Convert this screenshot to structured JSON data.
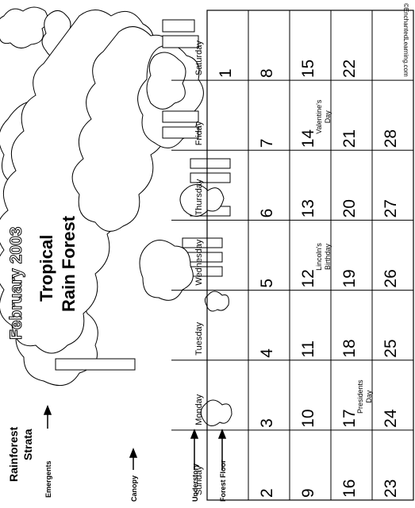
{
  "title": "February 2003",
  "subtitle_line1": "Tropical",
  "subtitle_line2": "Rain Forest",
  "copyright": "©EnchantedLearning.com",
  "strata": {
    "heading_line1": "Rainforest",
    "heading_line2": "Strata",
    "labels": [
      "Emergents",
      "Canopy",
      "Understory",
      "Forest Floor"
    ]
  },
  "calendar": {
    "day_names": [
      "Sunday",
      "Monday",
      "Tuesday",
      "Wednesday",
      "Thursday",
      "Friday",
      "Saturday"
    ],
    "weeks": [
      [
        "",
        "",
        "",
        "",
        "",
        "",
        "1"
      ],
      [
        "2",
        "3",
        "4",
        "5",
        "6",
        "7",
        "8"
      ],
      [
        "9",
        "10",
        "11",
        "12",
        "13",
        "14",
        "15"
      ],
      [
        "16",
        "17",
        "18",
        "19",
        "20",
        "21",
        "22"
      ],
      [
        "23",
        "24",
        "25",
        "26",
        "27",
        "28",
        ""
      ]
    ],
    "holidays": [
      {
        "week": 2,
        "day": 3,
        "line1": "Lincoln's",
        "line2": "Birthday"
      },
      {
        "week": 2,
        "day": 5,
        "line1": "Valentine's",
        "line2": "Day"
      },
      {
        "week": 3,
        "day": 1,
        "line1": "Presidents",
        "line2": "Day"
      }
    ]
  }
}
